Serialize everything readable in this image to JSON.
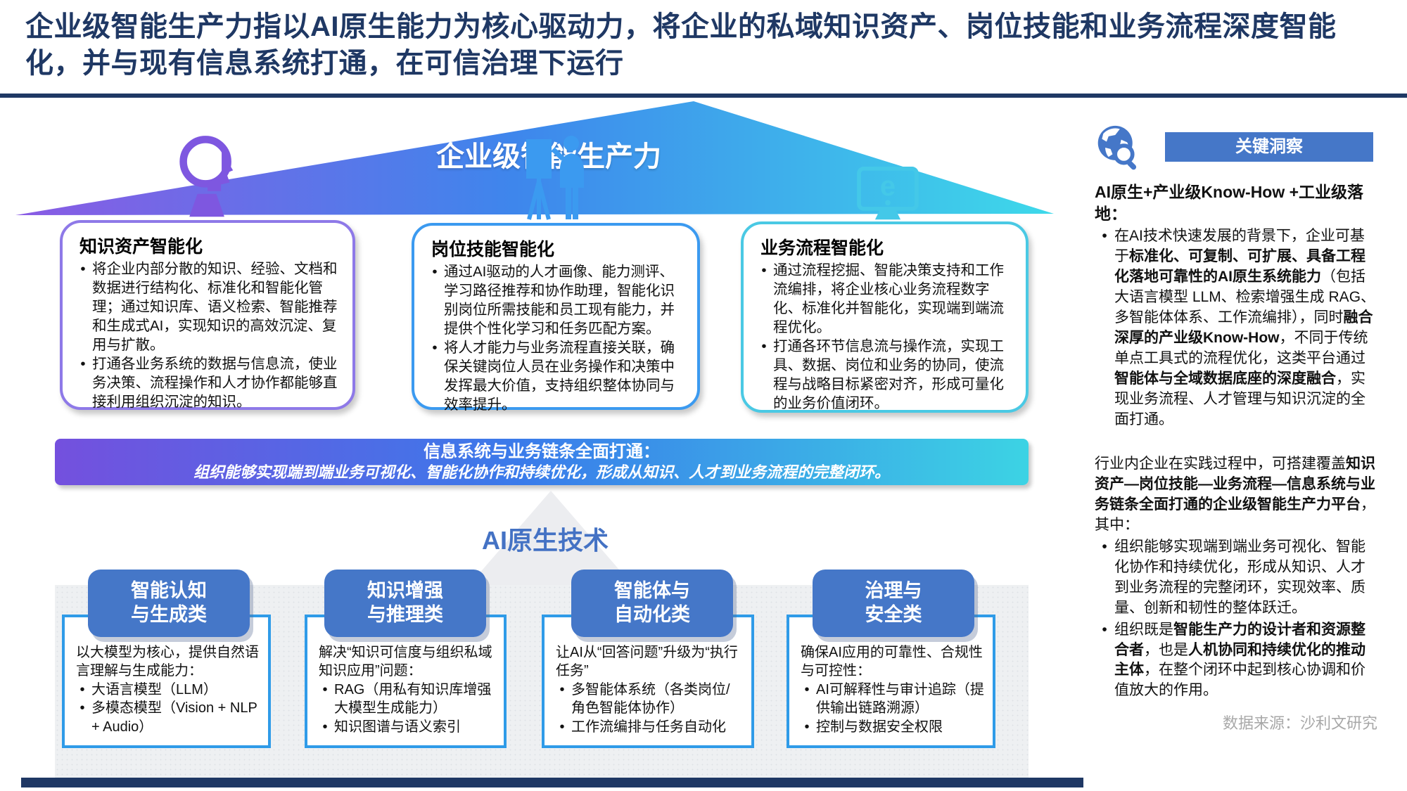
{
  "slide": {
    "title": "企业级智能生产力指以AI原生能力为核心驱动力，将企业的私域知识资产、岗位技能和业务流程深度智能化，并与现有信息系统打通，在可信治理下运行",
    "source": "数据来源：沙利文研究"
  },
  "colors": {
    "navy": "#1F3864",
    "pill_blue": "#4577C8",
    "outline_blue": "#2F9BE8",
    "box1_purple": "#8E79E8",
    "box2_blue": "#3B9AF0",
    "box3_cyan": "#4AC9E4",
    "gradient_left": "#7450DE",
    "gradient_mid": "#3A7BEA",
    "gradient_right": "#3CD3E4"
  },
  "pyramid": {
    "label": "企业级智能生产力"
  },
  "capability_boxes": [
    {
      "icon": "head-profile-icon",
      "title": "知识资产智能化",
      "bullets": [
        "将企业内部分散的知识、经验、文档和数据进行结构化、标准化和智能化管理；通过知识库、语义检索、智能推荐和生成式AI，实现知识的高效沉淀、复用与扩散。",
        "打通各业务系统的数据与信息流，使业务决策、流程操作和人才协作都能够直接利用组织沉淀的知识。"
      ]
    },
    {
      "icon": "presenter-icon",
      "title": "岗位技能智能化",
      "bullets": [
        "通过AI驱动的人才画像、能力测评、学习路径推荐和协作助理，智能化识别岗位所需技能和员工现有能力，并提供个性化学习和任务匹配方案。",
        "将人才能力与业务流程直接关联，确保关键岗位人员在业务操作和决策中发挥最大价值，支持组织整体协同与效率提升。"
      ]
    },
    {
      "icon": "monitor-e-icon",
      "title": "业务流程智能化",
      "bullets": [
        "通过流程挖掘、智能决策支持和工作流编排，将企业核心业务流程数字化、标准化并智能化，实现端到端流程优化。",
        "打通各环节信息流与操作流，实现工具、数据、岗位和业务的协同，使流程与战略目标紧密对齐，形成可量化的业务价值闭环。"
      ]
    }
  ],
  "integration_banner": {
    "line1": "信息系统与业务链条全面打通：",
    "line2": "组织能够实现端到端业务可视化、智能化协作和持续优化，形成从知识、人才到业务流程的完整闭环。"
  },
  "tech_pyramid": {
    "label": "AI原生技术"
  },
  "tech_boxes": [
    {
      "pill_line1": "智能认知",
      "pill_line2": "与生成类",
      "intro": "以大模型为核心，提供自然语言理解与生成能力：",
      "bullets": [
        "大语言模型（LLM）",
        "多模态模型（Vision + NLP + Audio）"
      ]
    },
    {
      "pill_line1": "知识增强",
      "pill_line2": "与推理类",
      "intro": "解决“知识可信度与组织私域知识应用”问题：",
      "bullets": [
        "RAG（用私有知识库增强大模型生成能力）",
        "知识图谱与语义索引"
      ]
    },
    {
      "pill_line1": "智能体与",
      "pill_line2": "自动化类",
      "intro": "让AI从“回答问题”升级为“执行任务”",
      "bullets": [
        "多智能体系统（各类岗位/角色智能体协作）",
        "工作流编排与任务自动化"
      ]
    },
    {
      "pill_line1": "治理与",
      "pill_line2": "安全类",
      "intro": "确保AI应用的可靠性、合规性与可控性：",
      "bullets": [
        "AI可解释性与审计追踪（提供输出链路溯源）",
        "控制与数据安全权限"
      ]
    }
  ],
  "insight": {
    "header": "关键洞察",
    "heading": "AI原生+产业级Know-How +工业级落地：",
    "bullet1": [
      {
        "t": "在AI技术快速发展的背景下，企业可基于",
        "b": false
      },
      {
        "t": "标准化、可复制、可扩展、具备工程化落地可靠性的AI原生系统能力",
        "b": true
      },
      {
        "t": "（包括大语言模型 LLM、检索增强生成 RAG、多智能体体系、工作流编排），同时",
        "b": false
      },
      {
        "t": "融合深厚的产业级Know-How",
        "b": true
      },
      {
        "t": "，不同于传统单点工具式的流程优化，这类平台通过",
        "b": false
      },
      {
        "t": "智能体与全域数据底座的深度融合",
        "b": true
      },
      {
        "t": "，实现业务流程、人才管理与知识沉淀的全面打通。",
        "b": false
      }
    ],
    "para2": [
      {
        "t": "行业内企业在实践过程中，可搭建覆盖",
        "b": false
      },
      {
        "t": "知识资产—岗位技能—业务流程—信息系统与业务链条全面打通的企业级智能生产力平台",
        "b": true
      },
      {
        "t": "，其中：",
        "b": false
      }
    ],
    "bullet2a": [
      {
        "t": "组织能够实现端到端业务可视化、智能化协作和持续优化，形成从知识、人才到业务流程的完整闭环，实现效率、质量、创新和韧性的整体跃迁。",
        "b": false
      }
    ],
    "bullet2b": [
      {
        "t": "组织既是",
        "b": false
      },
      {
        "t": "智能生产力的设计者和资源整合者",
        "b": true
      },
      {
        "t": "，也是",
        "b": false
      },
      {
        "t": "人机协同和持续优化的推动主体",
        "b": true
      },
      {
        "t": "，在整个闭环中起到核心协调和价值放大的作用。",
        "b": false
      }
    ]
  }
}
